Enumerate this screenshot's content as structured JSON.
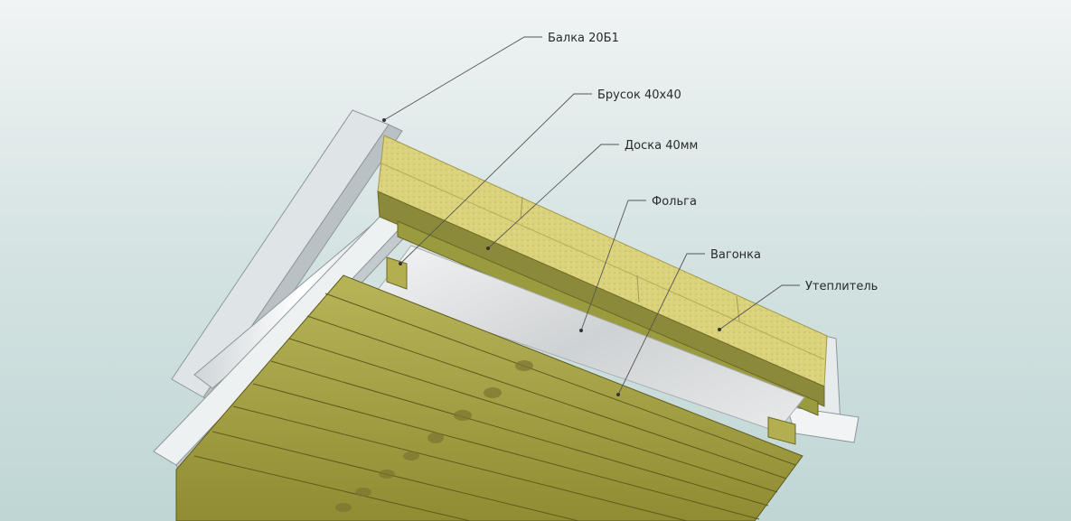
{
  "labels": {
    "beam": "Балка 20Б1",
    "bar": "Брусок 40х40",
    "board": "Доска 40мм",
    "foil": "Фольга",
    "lining": "Вагонка",
    "insulation": "Утеплитель"
  },
  "colors": {
    "background": "#cfe0e0",
    "steel": "#e9eef0",
    "insulation": "#d8cf78",
    "wood": "#a7a548",
    "wood_dark": "#6f6a24",
    "foil": "#dcdedf"
  }
}
